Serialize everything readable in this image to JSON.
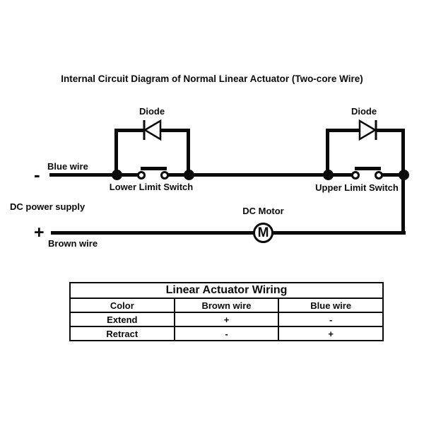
{
  "page": {
    "background": "#ffffff",
    "ink": "#000000"
  },
  "title": "Internal Circuit Diagram of Normal Linear Actuator (Two-core Wire)",
  "circuit": {
    "left_diode_label": "Diode",
    "right_diode_label": "Diode",
    "lower_switch_label": "Lower Limit Switch",
    "upper_switch_label": "Upper Limit Switch",
    "negative_terminal": "-",
    "positive_terminal": "+",
    "blue_wire_label": "Blue wire",
    "brown_wire_label": "Brown wire",
    "power_supply_label": "DC power supply",
    "motor_label": "DC Motor",
    "motor_letter": "M"
  },
  "table": {
    "title": "Linear Actuator Wiring",
    "headers": [
      "Color",
      "Brown wire",
      "Blue wire"
    ],
    "rows": [
      [
        "Extend",
        "+",
        "-"
      ],
      [
        "Retract",
        "-",
        "+"
      ]
    ]
  }
}
